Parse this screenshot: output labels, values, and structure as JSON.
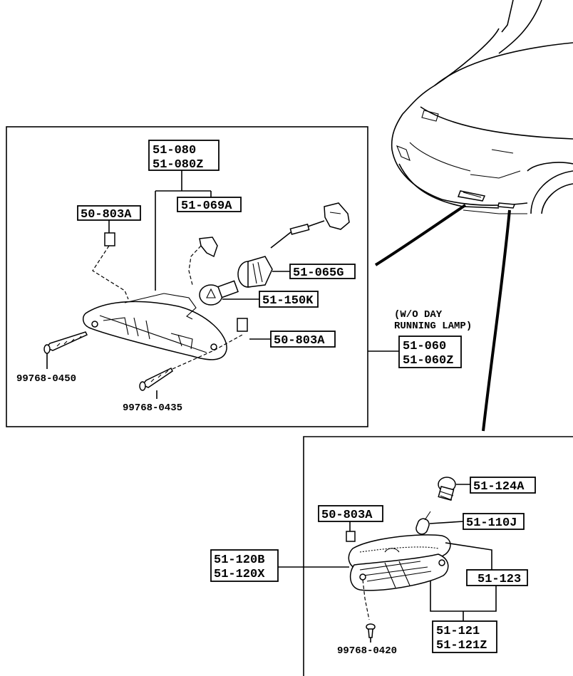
{
  "labels": {
    "lamp_part_1": "51-080",
    "lamp_part_2": "51-080Z",
    "socket_clip_top": "51-069A",
    "clip_left": "50-803A",
    "socket": "51-065G",
    "bulb": "51-150K",
    "clip_right": "50-803A",
    "screw_a": "99768-0450",
    "screw_b": "99768-0435",
    "note_line1": "(W/O DAY",
    "note_line2": "RUNNING LAMP)",
    "assy_1": "51-060",
    "assy_2": "51-060Z",
    "side_socket": "51-124A",
    "side_bulb": "51-110J",
    "side_clip": "50-803A",
    "side_assy_1": "51-120B",
    "side_assy_2": "51-120X",
    "side_lens": "51-123",
    "side_housing_1": "51-121",
    "side_housing_2": "51-121Z",
    "side_screw": "99768-0420"
  }
}
